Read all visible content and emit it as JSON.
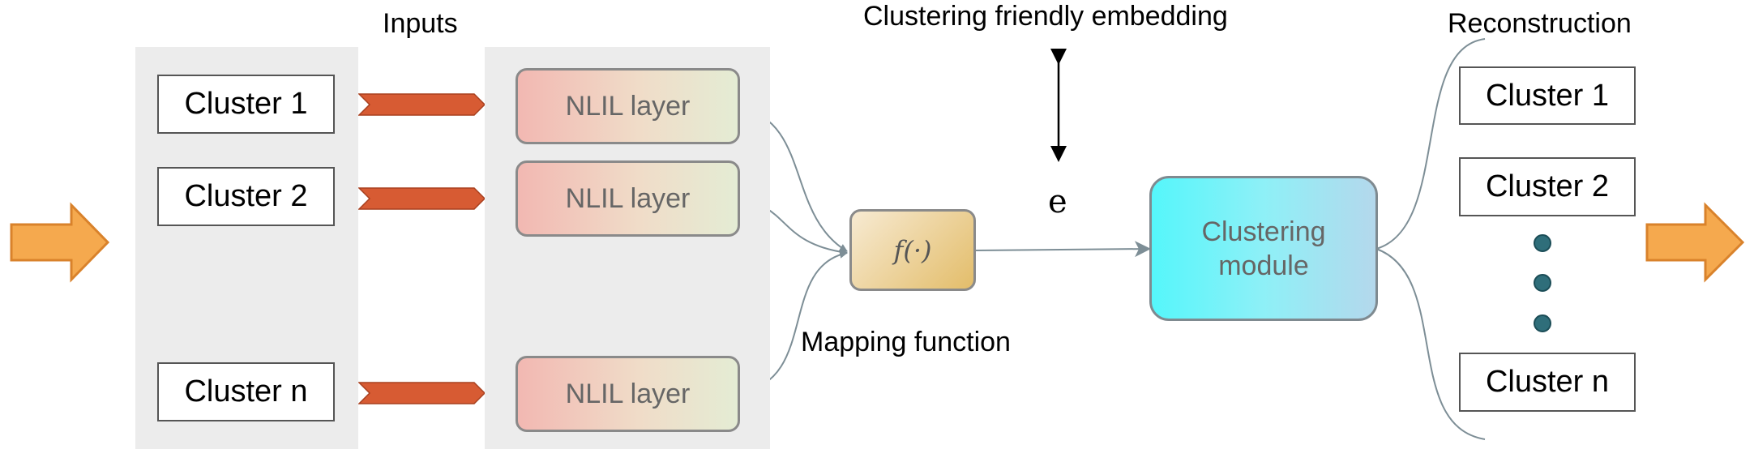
{
  "labels": {
    "inputs": "Inputs",
    "clustering_friendly_embedding": "Clustering friendly embedding",
    "reconstruction": "Reconstruction",
    "mapping_function": "Mapping function",
    "embedding_symbol": "e"
  },
  "input_clusters": [
    "Cluster 1",
    "Cluster 2",
    "Cluster n"
  ],
  "nlil_layers": [
    "NLIL layer",
    "NLIL layer",
    "NLIL layer"
  ],
  "mapping_function_symbol": "f(·)",
  "clustering_module": {
    "line1": "Clustering",
    "line2": "module"
  },
  "output_clusters": [
    "Cluster 1",
    "Cluster 2",
    "Cluster n"
  ],
  "colors": {
    "panel": "#ececec",
    "big_arrow_fill": "#f5a94e",
    "big_arrow_stroke": "#d9822b",
    "connector_arrow": "#d75b33",
    "dot": "#2f6e7a",
    "line": "#7d8e96"
  }
}
